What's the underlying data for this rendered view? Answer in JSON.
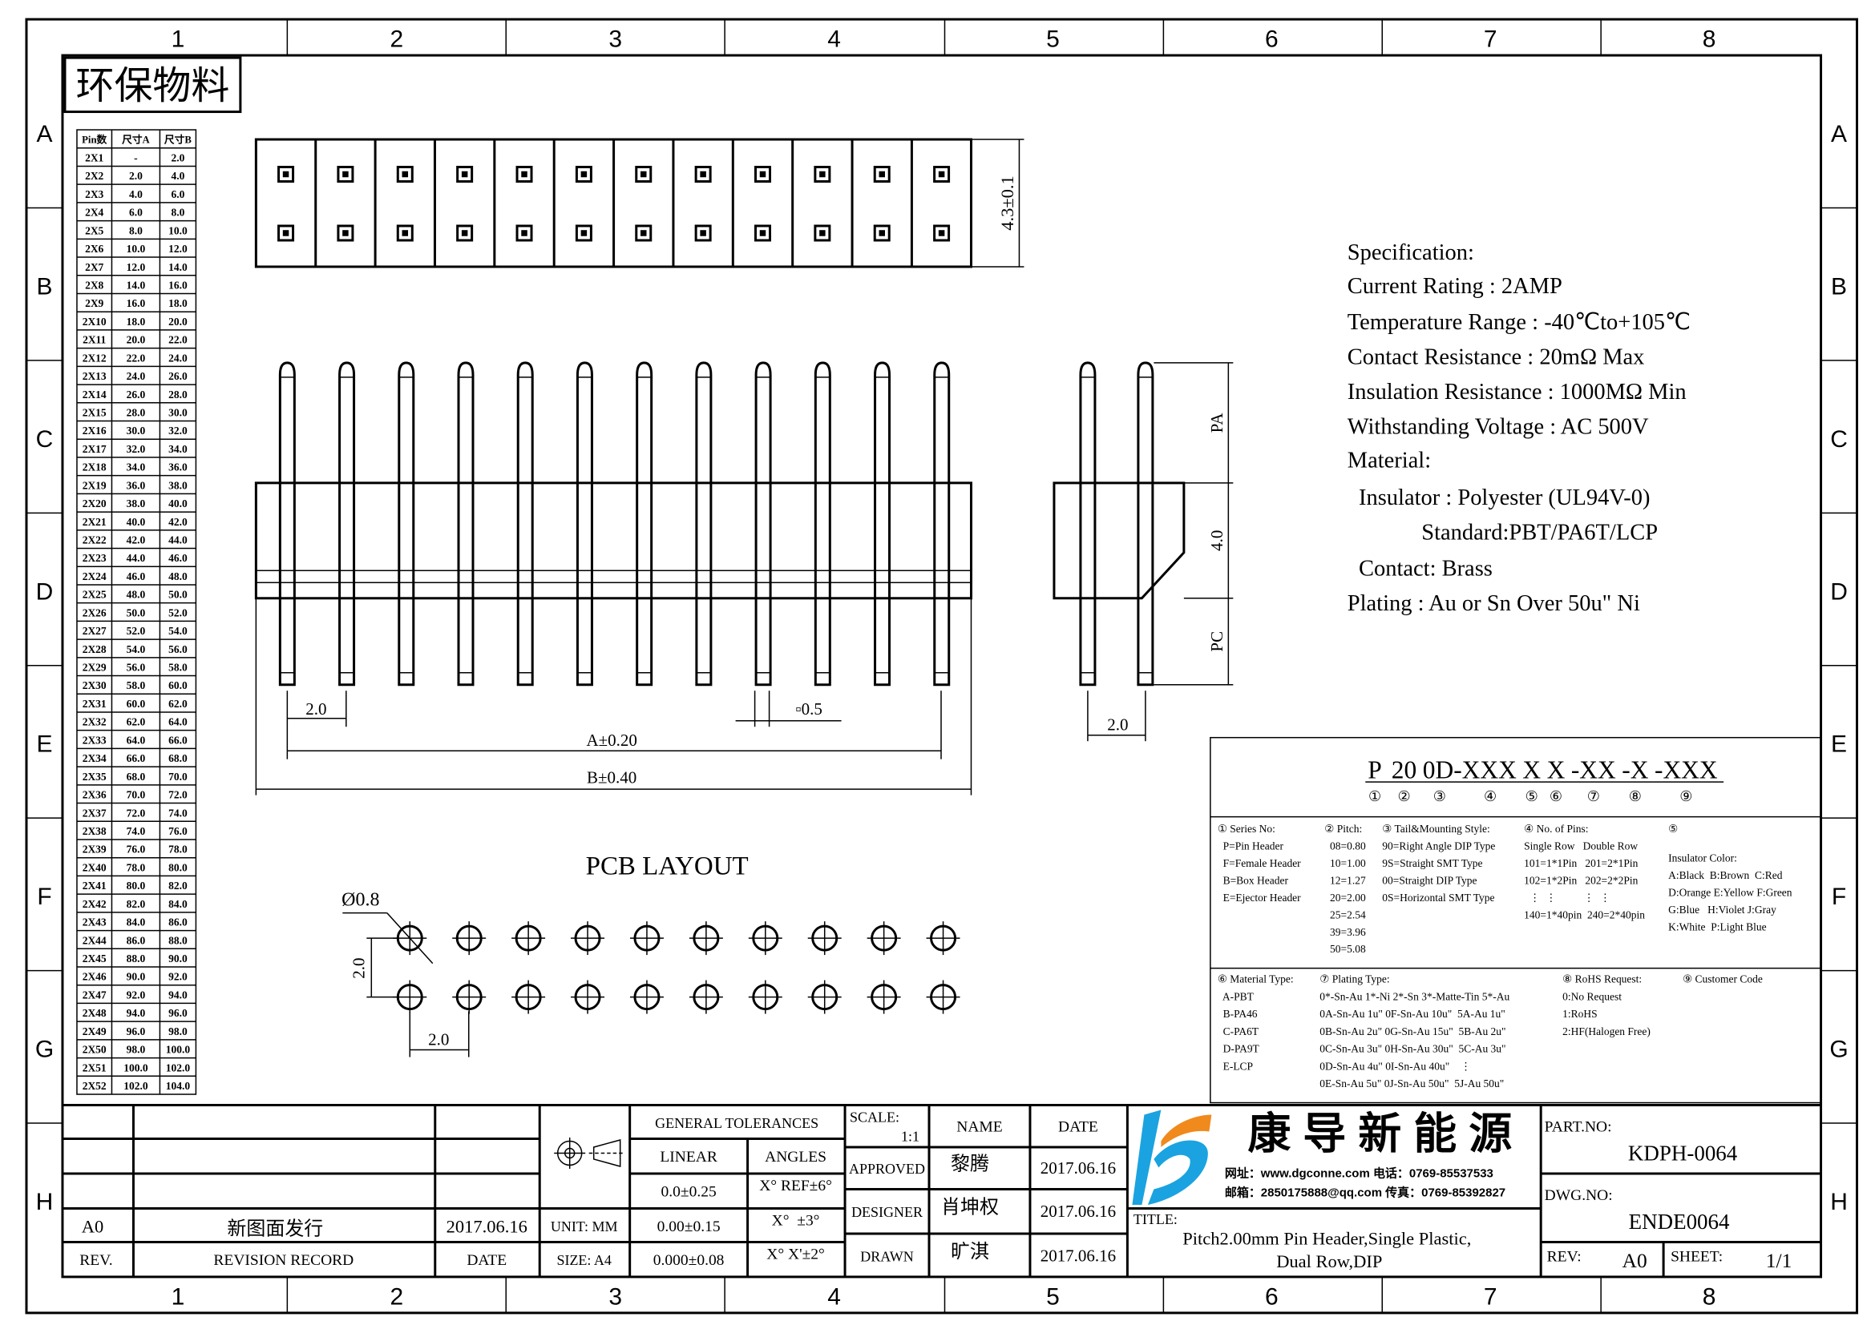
{
  "frame": {
    "columns": [
      "1",
      "2",
      "3",
      "4",
      "5",
      "6",
      "7",
      "8"
    ],
    "rows": [
      "A",
      "B",
      "C",
      "D",
      "E",
      "F",
      "G",
      "H"
    ]
  },
  "eco_label": "环保物料",
  "pin_table": {
    "headers": [
      "Pin数",
      "尺寸A",
      "尺寸B"
    ],
    "rows": [
      [
        "2X1",
        "-",
        "2.0"
      ],
      [
        "2X2",
        "2.0",
        "4.0"
      ],
      [
        "2X3",
        "4.0",
        "6.0"
      ],
      [
        "2X4",
        "6.0",
        "8.0"
      ],
      [
        "2X5",
        "8.0",
        "10.0"
      ],
      [
        "2X6",
        "10.0",
        "12.0"
      ],
      [
        "2X7",
        "12.0",
        "14.0"
      ],
      [
        "2X8",
        "14.0",
        "16.0"
      ],
      [
        "2X9",
        "16.0",
        "18.0"
      ],
      [
        "2X10",
        "18.0",
        "20.0"
      ],
      [
        "2X11",
        "20.0",
        "22.0"
      ],
      [
        "2X12",
        "22.0",
        "24.0"
      ],
      [
        "2X13",
        "24.0",
        "26.0"
      ],
      [
        "2X14",
        "26.0",
        "28.0"
      ],
      [
        "2X15",
        "28.0",
        "30.0"
      ],
      [
        "2X16",
        "30.0",
        "32.0"
      ],
      [
        "2X17",
        "32.0",
        "34.0"
      ],
      [
        "2X18",
        "34.0",
        "36.0"
      ],
      [
        "2X19",
        "36.0",
        "38.0"
      ],
      [
        "2X20",
        "38.0",
        "40.0"
      ],
      [
        "2X21",
        "40.0",
        "42.0"
      ],
      [
        "2X22",
        "42.0",
        "44.0"
      ],
      [
        "2X23",
        "44.0",
        "46.0"
      ],
      [
        "2X24",
        "46.0",
        "48.0"
      ],
      [
        "2X25",
        "48.0",
        "50.0"
      ],
      [
        "2X26",
        "50.0",
        "52.0"
      ],
      [
        "2X27",
        "52.0",
        "54.0"
      ],
      [
        "2X28",
        "54.0",
        "56.0"
      ],
      [
        "2X29",
        "56.0",
        "58.0"
      ],
      [
        "2X30",
        "58.0",
        "60.0"
      ],
      [
        "2X31",
        "60.0",
        "62.0"
      ],
      [
        "2X32",
        "62.0",
        "64.0"
      ],
      [
        "2X33",
        "64.0",
        "66.0"
      ],
      [
        "2X34",
        "66.0",
        "68.0"
      ],
      [
        "2X35",
        "68.0",
        "70.0"
      ],
      [
        "2X36",
        "70.0",
        "72.0"
      ],
      [
        "2X37",
        "72.0",
        "74.0"
      ],
      [
        "2X38",
        "74.0",
        "76.0"
      ],
      [
        "2X39",
        "76.0",
        "78.0"
      ],
      [
        "2X40",
        "78.0",
        "80.0"
      ],
      [
        "2X41",
        "80.0",
        "82.0"
      ],
      [
        "2X42",
        "82.0",
        "84.0"
      ],
      [
        "2X43",
        "84.0",
        "86.0"
      ],
      [
        "2X44",
        "86.0",
        "88.0"
      ],
      [
        "2X45",
        "88.0",
        "90.0"
      ],
      [
        "2X46",
        "90.0",
        "92.0"
      ],
      [
        "2X47",
        "92.0",
        "94.0"
      ],
      [
        "2X48",
        "94.0",
        "96.0"
      ],
      [
        "2X49",
        "96.0",
        "98.0"
      ],
      [
        "2X50",
        "98.0",
        "100.0"
      ],
      [
        "2X51",
        "100.0",
        "102.0"
      ],
      [
        "2X52",
        "102.0",
        "104.0"
      ]
    ]
  },
  "dims": {
    "height_top": "4.3±0.1",
    "pitch": "2.0",
    "pin_square": "▫0.5",
    "dim_a": "A±0.20",
    "dim_b": "B±0.40",
    "pa": "PA",
    "body": "4.0",
    "pc": "PC",
    "row_pitch": "2.0"
  },
  "pcb": {
    "title": "PCB LAYOUT",
    "hole": "Ø0.8",
    "v_pitch": "2.0",
    "h_pitch": "2.0"
  },
  "spec": [
    "Specification:",
    "Current Rating : 2AMP",
    "Temperature Range : -40℃to+105℃",
    "Contact Resistance : 20mΩ Max",
    "Insulation Resistance : 1000MΩ Min",
    "Withstanding Voltage : AC 500V",
    "Material:",
    "  Insulator : Polyester (UL94V-0)",
    "             Standard:PBT/PA6T/LCP",
    "  Contact: Brass",
    "Plating : Au or Sn Over 50u\" Ni"
  ],
  "part_code": {
    "segments": [
      "P",
      "20",
      "0D-XXX",
      "X",
      "X",
      "-XX",
      "-X",
      "-XXX"
    ],
    "markers": [
      "①",
      "②",
      "③",
      "④",
      "⑤",
      "⑥",
      "⑦",
      "⑧",
      "⑨"
    ]
  },
  "legend_top": [
    [
      "① Series No:",
      "  P=Pin Header",
      "  F=Female Header",
      "  B=Box Header",
      "  E=Ejector Header"
    ],
    [
      "② Pitch:",
      "  08=0.80",
      "  10=1.00",
      "  12=1.27",
      "  20=2.00",
      "  25=2.54",
      "  39=3.96",
      "  50=5.08"
    ],
    [
      "③ Tail&Mounting Style:",
      "90=Right Angle DIP Type",
      "9S=Straight SMT Type",
      "00=Straight DIP Type",
      "0S=Horizontal SMT Type"
    ],
    [
      "④ No. of Pins:",
      "Single Row   Double Row",
      "101=1*1Pin   201=2*1Pin",
      "102=1*2Pin   202=2*2Pin",
      "  ⋮  ⋮          ⋮  ⋮",
      "140=1*40pin  240=2*40pin"
    ],
    [
      "⑤",
      "Insulator Color:",
      "A:Black  B:Brown  C:Red",
      "D:Orange E:Yellow F:Green",
      "G:Blue   H:Violet J:Gray",
      "K:White  P:Light Blue"
    ]
  ],
  "legend_bottom": [
    [
      "⑥ Material Type:",
      "  A-PBT",
      "  B-PA46",
      "  C-PA6T",
      "  D-PA9T",
      "  E-LCP"
    ],
    [
      "⑦ Plating Type:",
      "0*-Sn-Au 1*-Ni 2*-Sn 3*-Matte-Tin 5*-Au",
      "0A-Sn-Au 1u\" 0F-Sn-Au 10u\"  5A-Au 1u\"",
      "0B-Sn-Au 2u\" 0G-Sn-Au 15u\"  5B-Au 2u\"",
      "0C-Sn-Au 3u\" 0H-Sn-Au 30u\"  5C-Au 3u\"",
      "0D-Sn-Au 4u\" 0I-Sn-Au 40u\"    ⋮",
      "0E-Sn-Au 5u\" 0J-Sn-Au 50u\"  5J-Au 50u\""
    ],
    [
      "⑧ RoHS Request:",
      "0:No Request",
      "1:RoHS",
      "2:HF(Halogen Free)"
    ],
    [
      "⑨ Customer Code"
    ]
  ],
  "title_block": {
    "revision": {
      "rev": "A0",
      "record": "新图面发行",
      "date": "2017.06.16"
    },
    "rev_headers": {
      "rev": "REV.",
      "record": "REVISION RECORD",
      "date": "DATE"
    },
    "unit": "UNIT: MM",
    "size": "SIZE: A4",
    "tolerances": {
      "title": "GENERAL TOLERANCES",
      "linear": "LINEAR",
      "angles": "ANGLES",
      "rows": [
        [
          "0.0±0.25",
          "X° REF±6°"
        ],
        [
          "0.00±0.15",
          "X°  ±3°"
        ],
        [
          "0.000±0.08",
          "X° X'±2°"
        ]
      ]
    },
    "scale_label": "SCALE:",
    "scale": "1:1",
    "name_header": "NAME",
    "date_header": "DATE",
    "signoff": [
      {
        "role": "APPROVED",
        "name": "黎腾",
        "date": "2017.06.16"
      },
      {
        "role": "DESIGNER",
        "name": "肖坤权",
        "date": "2017.06.16"
      },
      {
        "role": "DRAWN",
        "name": "旷淇",
        "date": "2017.06.16"
      }
    ],
    "company": "康 导 新 能 源",
    "contact1": "网址：www.dgconne.com  电话：0769-85537533",
    "contact2": "邮箱：2850175888@qq.com 传真：0769-85392827",
    "title_label": "TITLE:",
    "title_line1": "Pitch2.00mm Pin Header,Single Plastic,",
    "title_line2": "Dual Row,DIP",
    "part_no_label": "PART.NO:",
    "part_no": "KDPH-0064",
    "dwg_no_label": "DWG.NO:",
    "dwg_no": "ENDE0064",
    "rev_label": "REV:",
    "rev": "A0",
    "sheet_label": "SHEET:",
    "sheet": "1/1",
    "colors": {
      "logo_blue": "#1aa3e0",
      "logo_orange": "#f08a1c"
    }
  }
}
